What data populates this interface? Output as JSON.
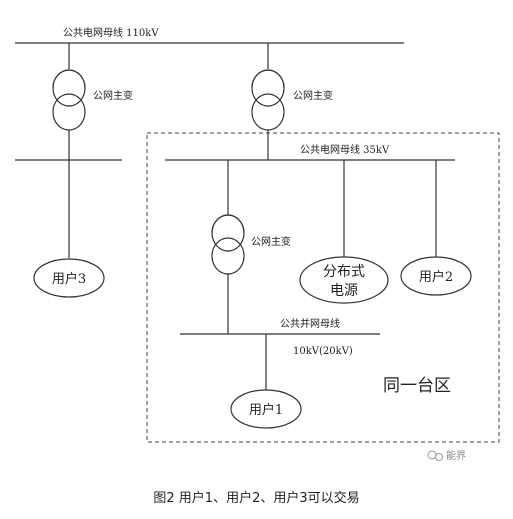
{
  "labels": {
    "bus_110": "公共电网母线 110kV",
    "bus_35": "公共电网母线 35kV",
    "bus_10_name": "公共并网母线",
    "bus_10_voltage": "10kV(20kV)",
    "transformer": "公网主变",
    "dg_line1": "分布式",
    "dg_line2": "电源",
    "user1": "用户1",
    "user2": "用户2",
    "user3": "用户3",
    "zone": "同一台区"
  },
  "caption": "图2   用户1、用户2、用户3可以交易",
  "watermark": "能界"
}
